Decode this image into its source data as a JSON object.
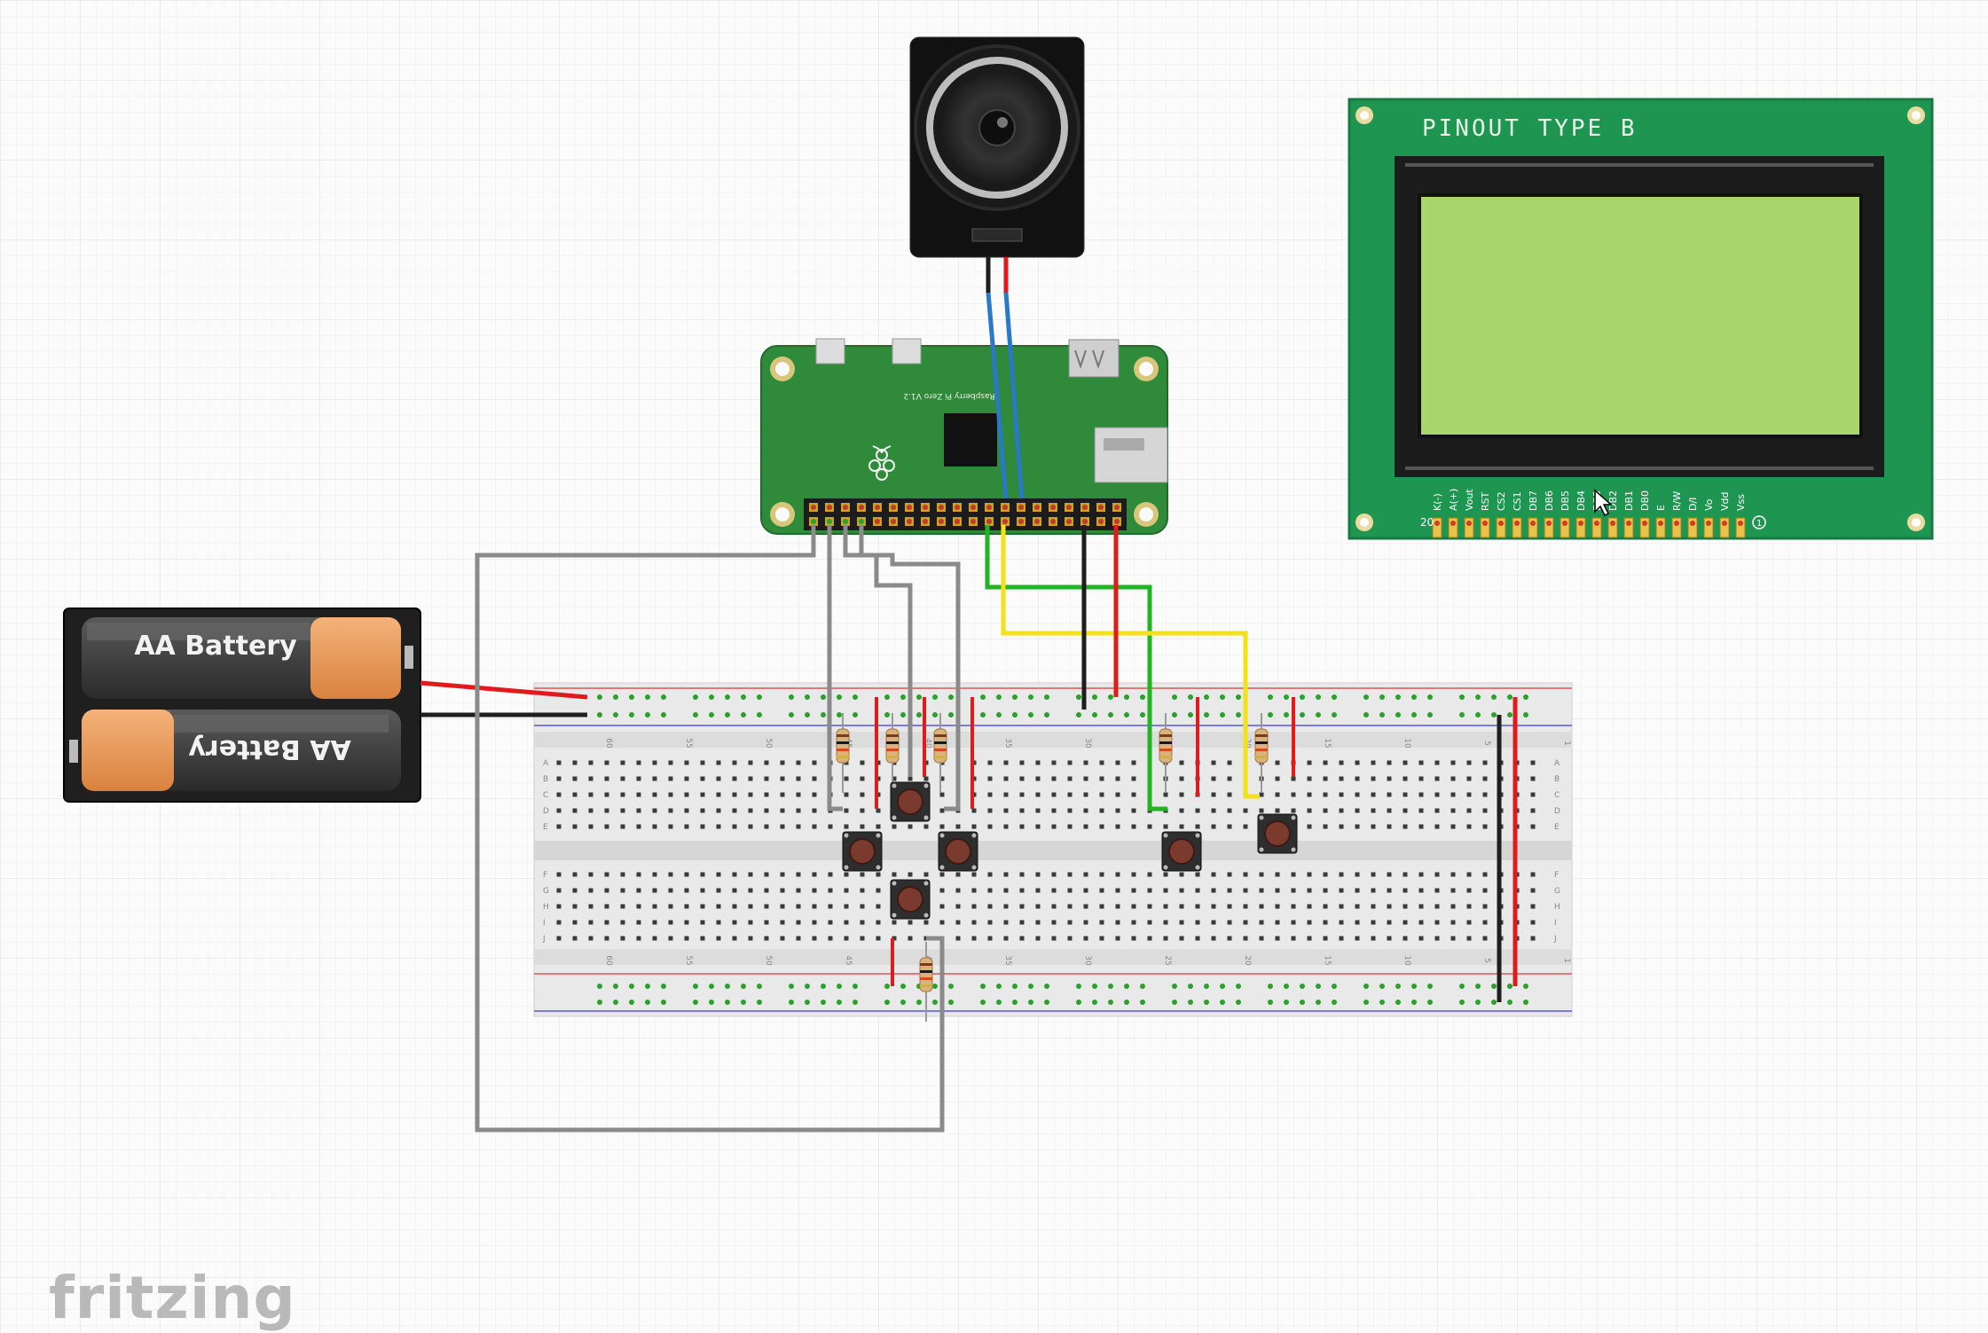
{
  "app": {
    "watermark": "fritzing"
  },
  "battery": {
    "cells": [
      {
        "label": "AA Battery"
      },
      {
        "label": "AA Battery"
      }
    ]
  },
  "lcd": {
    "title": "PINOUT TYPE B",
    "pin_labels": [
      "K(-)",
      "A(+)",
      "Vout",
      "RST",
      "CS2",
      "CS1",
      "DB7",
      "DB6",
      "DB5",
      "DB4",
      "DB3",
      "DB2",
      "DB1",
      "DB0",
      "E",
      "R/W",
      "D/I",
      "Vo",
      "Vdd",
      "Vss"
    ],
    "pin_first": "20",
    "pin_last": "1",
    "screen_color": "#a8d66a",
    "pcb_color": "#1e9651"
  },
  "raspberry_pi": {
    "board_label": "Raspberry Pi Zero V1.2",
    "pcb_color": "#2f8a3a"
  },
  "breadboard": {
    "column_numbers": [
      "60",
      "55",
      "50",
      "45",
      "40",
      "35",
      "30",
      "25",
      "20",
      "15",
      "10",
      "5",
      "1"
    ],
    "row_letters_top": [
      "A",
      "B",
      "C",
      "D",
      "E"
    ],
    "row_letters_bottom": [
      "F",
      "G",
      "H",
      "I",
      "J"
    ]
  },
  "wire_colors": {
    "red": "#e01b1b",
    "black": "#1e1e1e",
    "gray": "#8a8a8a",
    "green": "#22b422",
    "yellow": "#f2e21b",
    "blue": "#2a78c8"
  }
}
